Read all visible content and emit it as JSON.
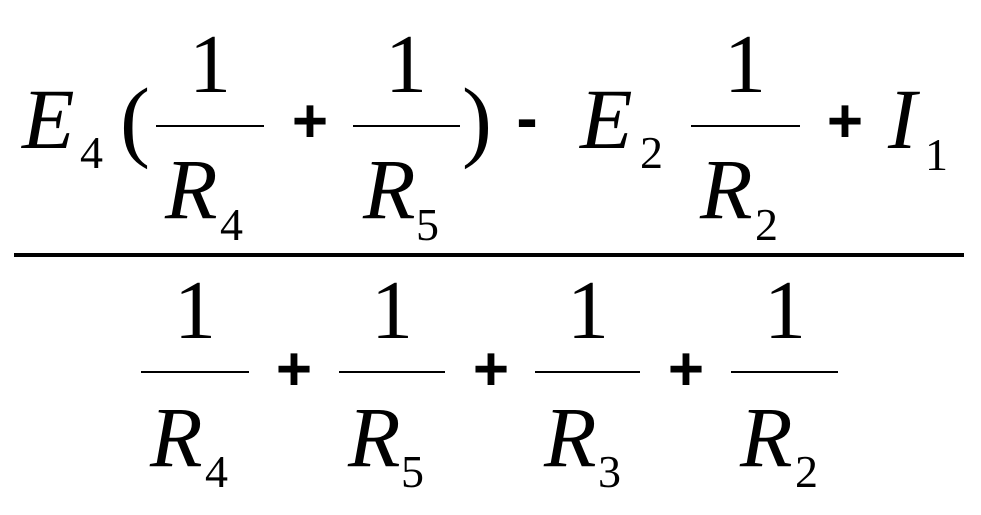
{
  "formula": {
    "numerator": {
      "E4": "E",
      "E4_sub": "4",
      "lparen": "(",
      "frac1_num": "1",
      "frac1_den": "R",
      "frac1_den_sub": "4",
      "plus1": "+",
      "frac2_num": "1",
      "frac2_den": "R",
      "frac2_den_sub": "5",
      "rparen": ")",
      "minus": "-",
      "E2": "E",
      "E2_sub": "2",
      "frac3_num": "1",
      "frac3_den": "R",
      "frac3_den_sub": "2",
      "plus2": "+",
      "I1": "I",
      "I1_sub": "1"
    },
    "denominator": {
      "frac1_num": "1",
      "frac1_den": "R",
      "frac1_den_sub": "4",
      "plus1": "+",
      "frac2_num": "1",
      "frac2_den": "R",
      "frac2_den_sub": "5",
      "plus2": "+",
      "frac3_num": "1",
      "frac3_den": "R",
      "frac3_den_sub": "3",
      "plus3": "+",
      "frac4_num": "1",
      "frac4_den": "R",
      "frac4_den_sub": "2"
    }
  }
}
